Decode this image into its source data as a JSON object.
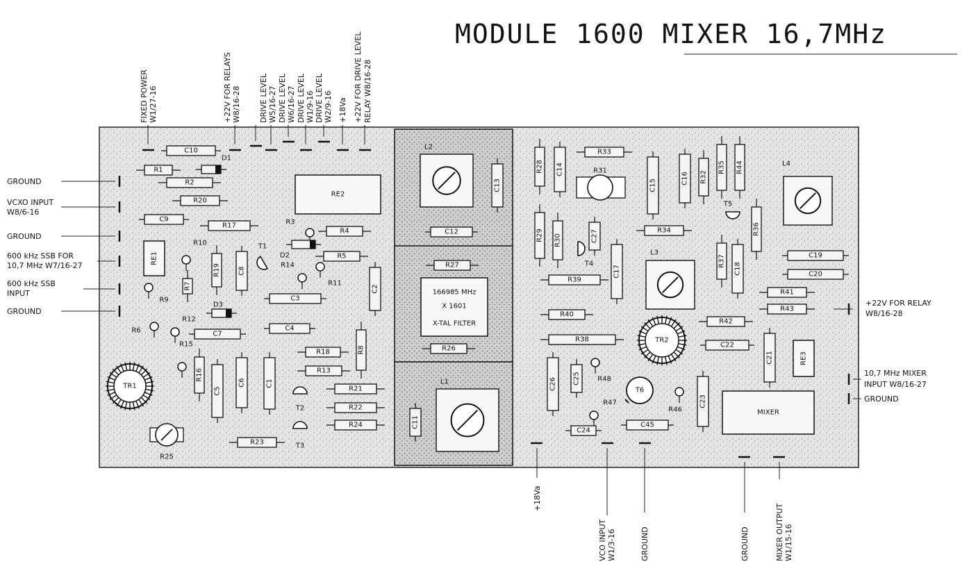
{
  "title": "MODULE 1600 MIXER 16,7MHz",
  "top_labels": [
    "FIXED POWER",
    "W1/27-16",
    "+22V FOR RELAYS",
    "W8/16-28",
    "DRIVE LEVEL",
    "W5/16-27",
    "DRIVE LEVEL",
    "W6/16-27",
    "DRIVE LEVEL",
    "W1/9-16",
    "DRIVE LEVEL",
    "W2/9-16",
    "+18Va",
    "+22V FOR DRIVE LEVEL",
    "RELAY W8/16-28"
  ],
  "left_labels": [
    "GROUND",
    "VCXO INPUT",
    "W8/6-16",
    "GROUND",
    "600 kHz SSB FOR",
    "10,7 MHz W7/16-27",
    "600 kHz SSB",
    "INPUT",
    "GROUND"
  ],
  "right_labels": [
    "+22V FOR RELAY",
    "W8/16-28",
    "10,7 MHz MIXER",
    "INPUT W8/16-27",
    "GROUND"
  ],
  "bottom_labels": [
    "+18Va",
    "VCO INPUT",
    "W1/3-16",
    "GROUND",
    "GROUND",
    "MIXER OUTPUT",
    "W1/15-16"
  ],
  "components": {
    "resistors": [
      "R1",
      "R2",
      "R20",
      "R17",
      "R3",
      "R4",
      "R5",
      "R14",
      "R11",
      "R10",
      "R19",
      "R7",
      "R9",
      "R6",
      "R12",
      "R15",
      "R16",
      "R18",
      "R13",
      "R8",
      "R21",
      "R22",
      "R24",
      "R23",
      "R25",
      "R27",
      "R26",
      "R33",
      "R28",
      "R31",
      "R29",
      "R30",
      "R34",
      "R32",
      "R35",
      "R44",
      "R36",
      "R37",
      "R39",
      "R40",
      "R38",
      "R41",
      "R43",
      "R42",
      "R48",
      "R47",
      "R46"
    ],
    "capacitors": [
      "C10",
      "C9",
      "C8",
      "C3",
      "C4",
      "C7",
      "C5",
      "C6",
      "C1",
      "C2",
      "C13",
      "C12",
      "C11",
      "C14",
      "C27",
      "C17",
      "C15",
      "C16",
      "C18",
      "C19",
      "C20",
      "C22",
      "C21",
      "C26",
      "C25",
      "C24",
      "C45",
      "C23"
    ],
    "inductors": [
      "L2",
      "L1",
      "L3",
      "L4"
    ],
    "transistors": [
      "T1",
      "T2",
      "T3",
      "T4",
      "T5",
      "T6"
    ],
    "diodes": [
      "D1",
      "D2",
      "D3"
    ],
    "transformers": [
      "TR1",
      "TR2"
    ],
    "relays": [
      "RE1",
      "RE2",
      "RE3"
    ],
    "filter": [
      "166985 MHz",
      "X 1601",
      "X-TAL FILTER"
    ],
    "mixer": "MIXER"
  }
}
